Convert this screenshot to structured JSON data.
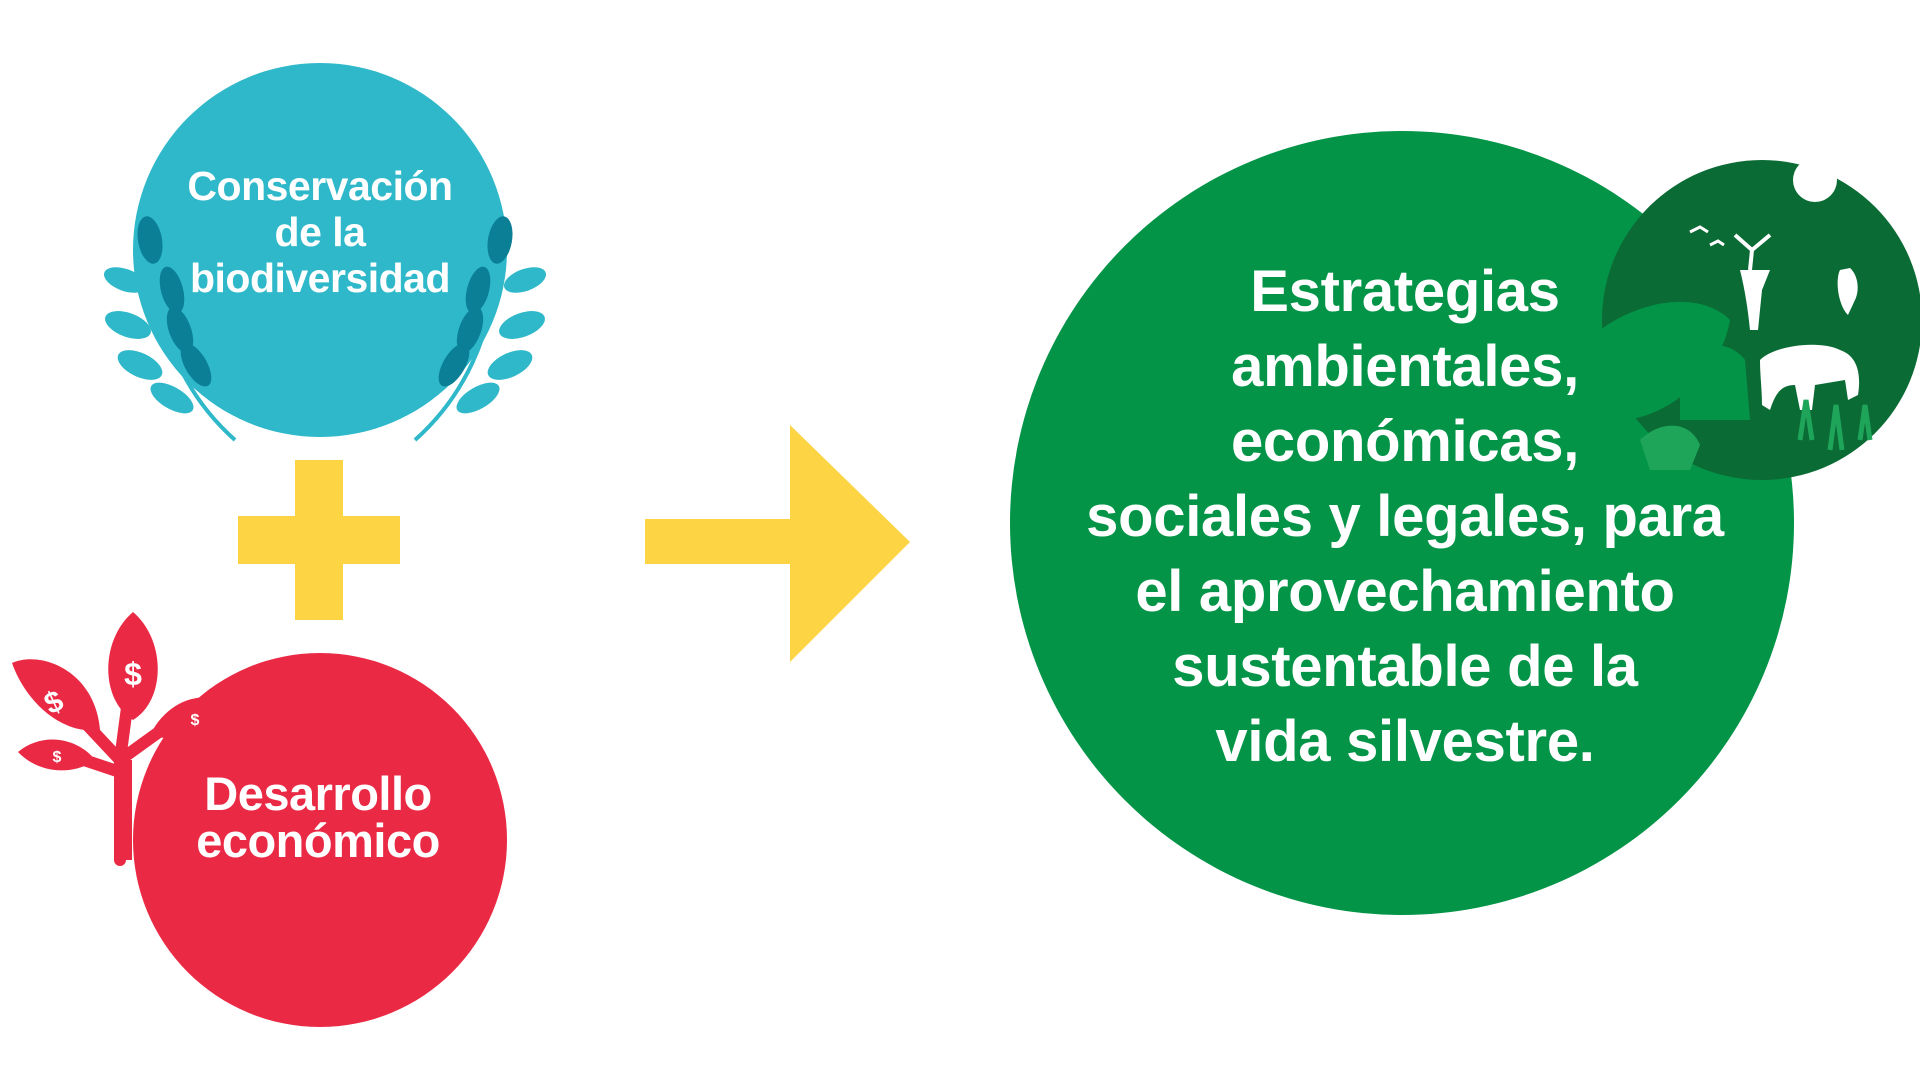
{
  "colors": {
    "teal": "#2eb8c9",
    "teal_dark": "#0b7f95",
    "red": "#ea2a45",
    "yellow": "#fcd444",
    "green": "#039447",
    "green_dark": "#0b6b35",
    "white": "#ffffff"
  },
  "nodes": {
    "conservation": {
      "lines": [
        "Conservación",
        "de la",
        "biodiversidad"
      ]
    },
    "development": {
      "lines": [
        "Desarrollo",
        "económico"
      ]
    },
    "outcome": {
      "lines": [
        "Estrategias",
        "ambientales,",
        "económicas,",
        "sociales y legales, para",
        "el aprovechamiento",
        "sustentable de la",
        "vida silvestre."
      ]
    }
  },
  "symbols": {
    "plus": "plus-icon",
    "arrow": "arrow-right-icon",
    "laurel": "laurel-icon",
    "money_plant": "money-plant-icon",
    "wildlife": "wildlife-silhouette-icon",
    "currency_glyph": "$"
  }
}
